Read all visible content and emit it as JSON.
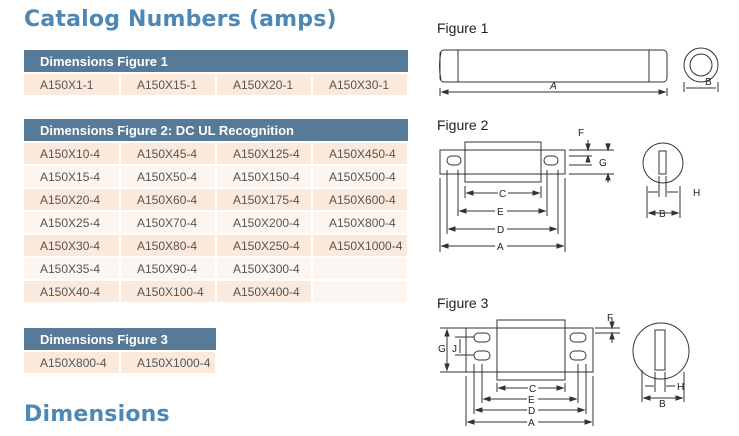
{
  "headings": {
    "catalog": "Catalog Numbers (amps)",
    "dimensions": "Dimensions"
  },
  "table1": {
    "title": "Dimensions Figure 1",
    "rows": [
      [
        "A150X1-1",
        "A150X15-1",
        "A150X20-1",
        "A150X30-1"
      ]
    ]
  },
  "table2": {
    "title": "Dimensions Figure 2: DC UL Recognition",
    "rows": [
      [
        "A150X10-4",
        "A150X45-4",
        "A150X125-4",
        "A150X450-4"
      ],
      [
        "A150X15-4",
        "A150X50-4",
        "A150X150-4",
        "A150X500-4"
      ],
      [
        "A150X20-4",
        "A150X60-4",
        "A150X175-4",
        "A150X600-4"
      ],
      [
        "A150X25-4",
        "A150X70-4",
        "A150X200-4",
        "A150X800-4"
      ],
      [
        "A150X30-4",
        "A150X80-4",
        "A150X250-4",
        "A150X1000-4"
      ],
      [
        "A150X35-4",
        "A150X90-4",
        "A150X300-4",
        ""
      ],
      [
        "A150X40-4",
        "A150X100-4",
        "A150X400-4",
        ""
      ]
    ]
  },
  "table3": {
    "title": "Dimensions Figure 3",
    "rows": [
      [
        "A150X800-4",
        "A150X1000-4"
      ]
    ]
  },
  "figures": {
    "fig1": {
      "label": "Figure 1",
      "dim_length": "A",
      "dim_diameter": "B"
    },
    "fig2": {
      "label": "Figure 2",
      "dims": [
        "A",
        "B",
        "C",
        "D",
        "E",
        "F",
        "G",
        "H"
      ]
    },
    "fig3": {
      "label": "Figure 3",
      "dims": [
        "A",
        "B",
        "C",
        "D",
        "E",
        "F",
        "G",
        "H",
        "J"
      ]
    }
  },
  "colors": {
    "heading": "#4d87b5",
    "table_header": "#587a99",
    "row_odd": "#fbe9dc",
    "row_even": "#fdf5ef"
  }
}
